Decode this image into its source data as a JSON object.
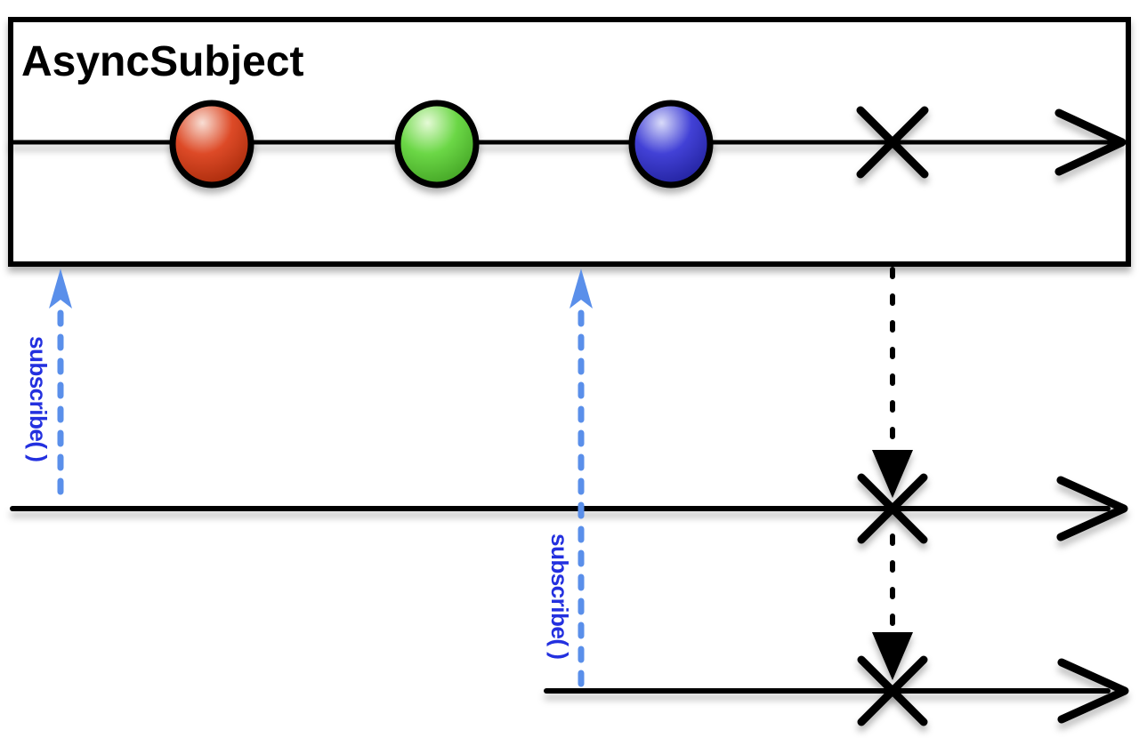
{
  "diagram": {
    "title": "AsyncSubject",
    "type": "marble-diagram",
    "source_timeline": {
      "description": "source observable emitting three values then an error",
      "marbles": [
        {
          "name": "red-marble",
          "highlight": "#f8ded4",
          "mid": "#dd4a27",
          "dark": "#a22707"
        },
        {
          "name": "green-marble",
          "highlight": "#e5fad6",
          "mid": "#6bd746",
          "dark": "#3e9d20"
        },
        {
          "name": "blue-marble",
          "highlight": "#d9dbf9",
          "mid": "#4241d6",
          "dark": "#1e1e97"
        }
      ],
      "terminal": "error-x"
    },
    "subscribers": [
      {
        "label": "subscribe( )"
      },
      {
        "label": "subscribe( )"
      }
    ],
    "colors": {
      "line": "#000000",
      "box_background": "#ffffff",
      "subscribe_dash": "#5a8fea",
      "subscribe_text": "#2330df"
    }
  }
}
